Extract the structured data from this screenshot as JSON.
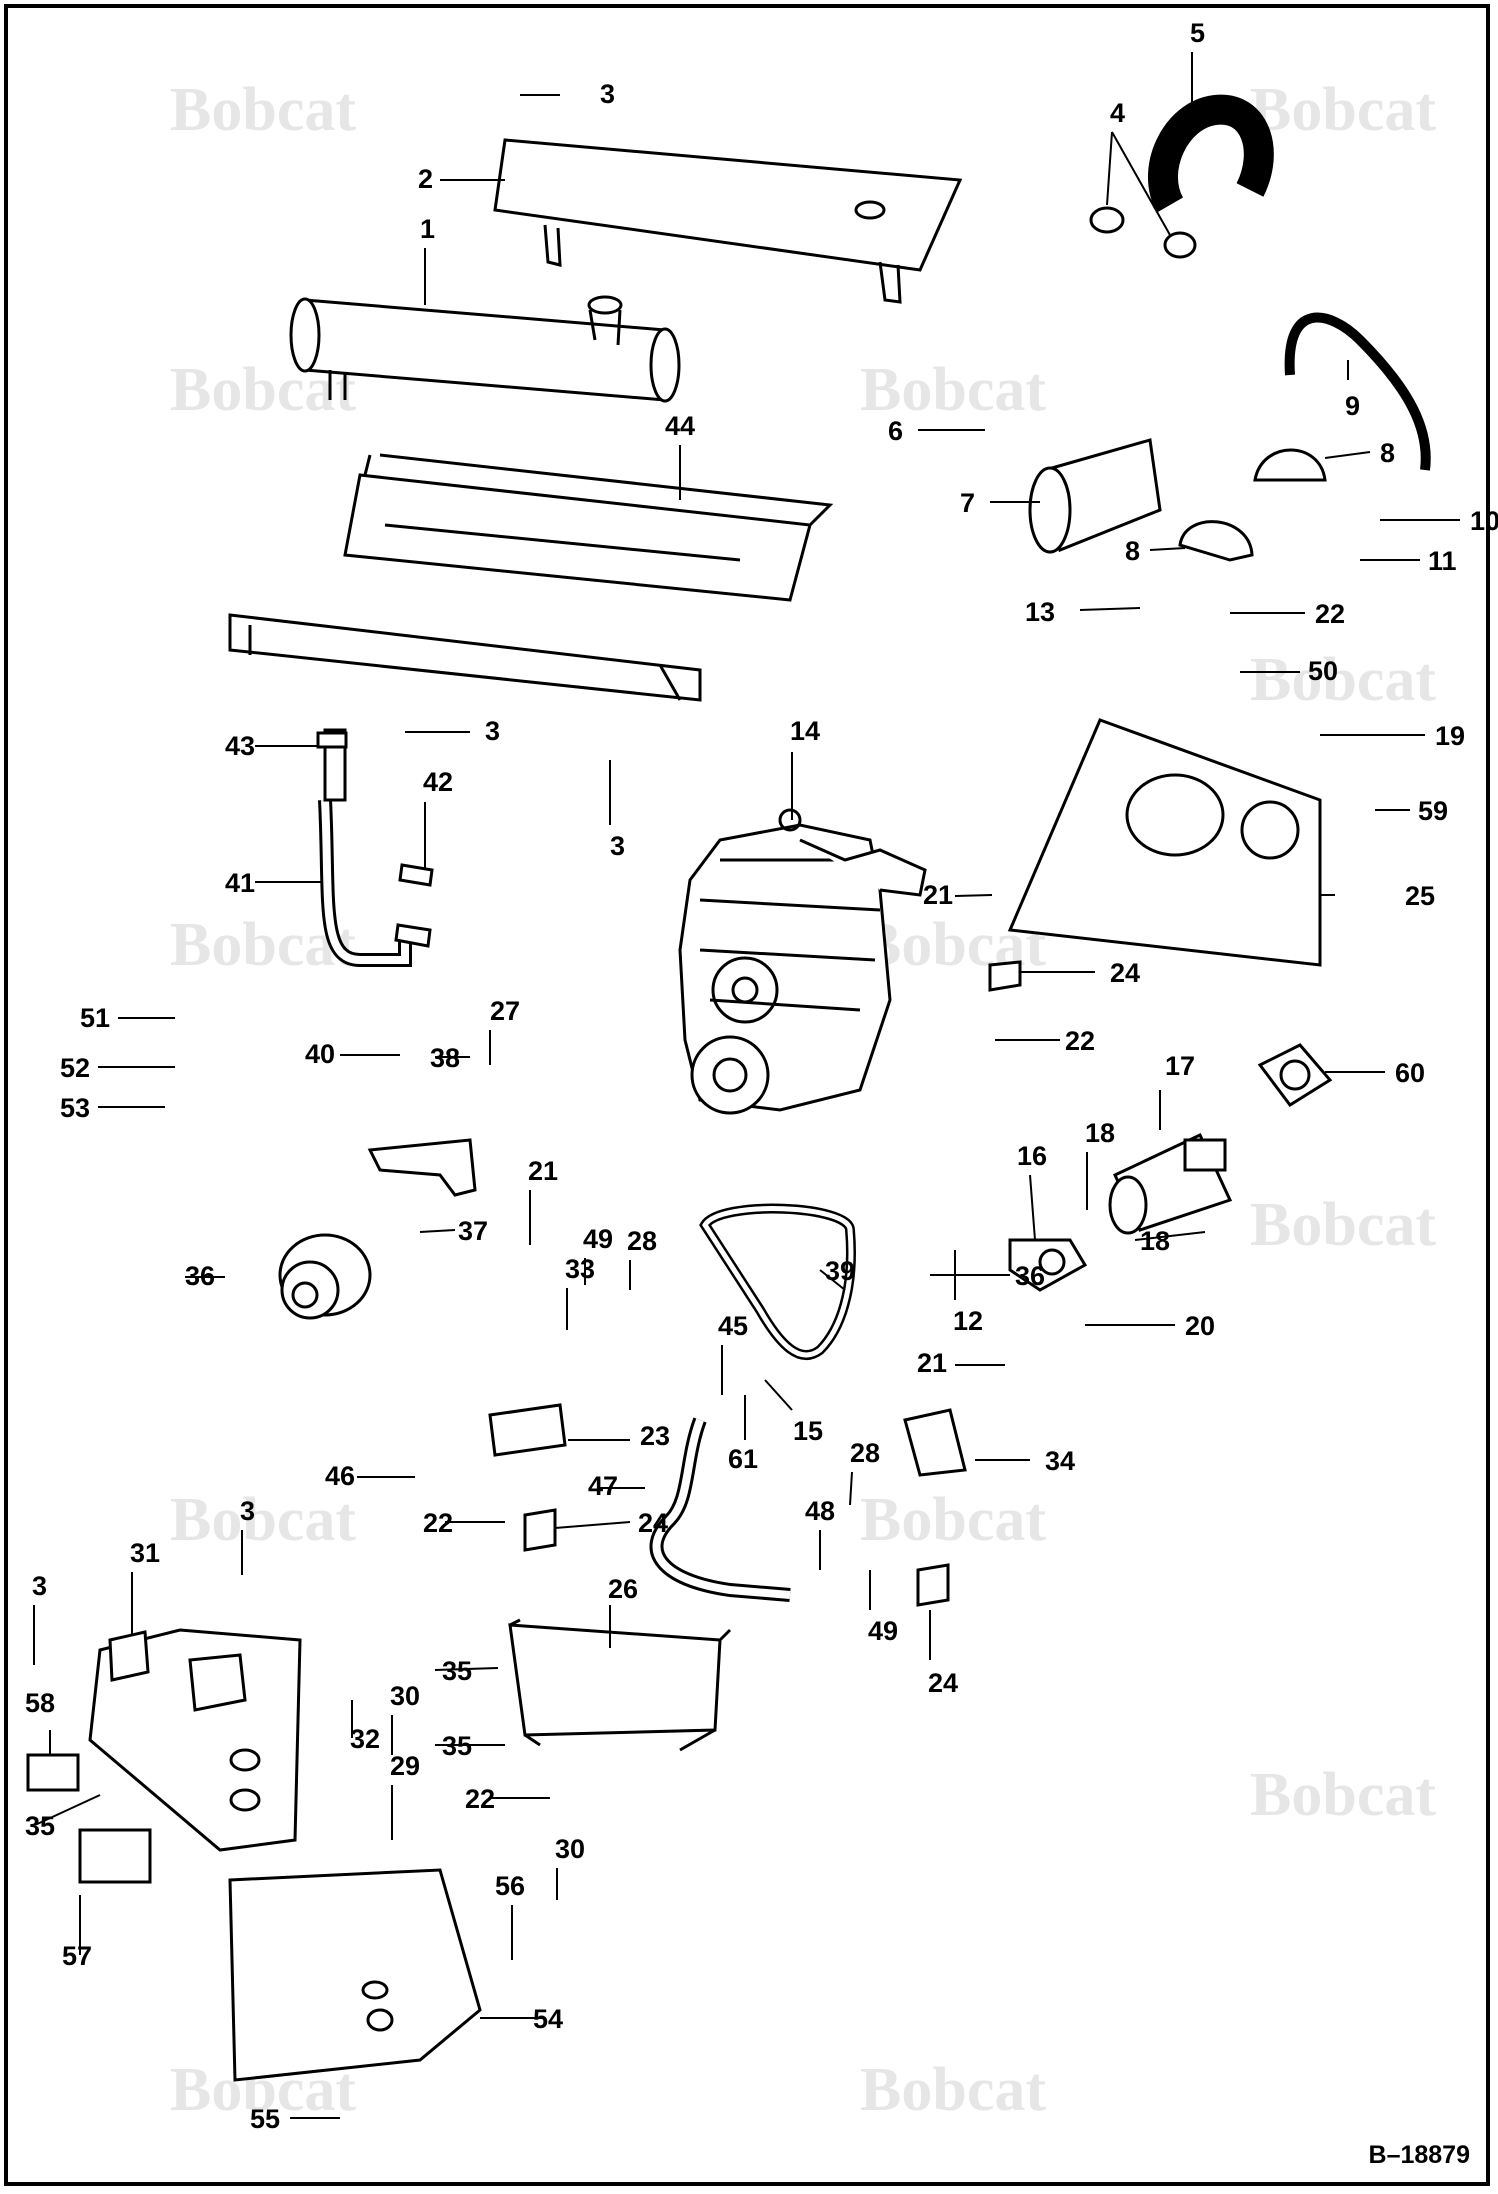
{
  "watermark_text": "Bobcat",
  "figure_id": "B–18879",
  "callouts": [
    "1",
    "2",
    "3",
    "4",
    "5",
    "6",
    "7",
    "8",
    "9",
    "10",
    "11",
    "12",
    "13",
    "14",
    "15",
    "16",
    "17",
    "18",
    "19",
    "20",
    "21",
    "22",
    "23",
    "24",
    "25",
    "26",
    "27",
    "28",
    "29",
    "30",
    "31",
    "32",
    "33",
    "34",
    "35",
    "36",
    "37",
    "38",
    "39",
    "40",
    "41",
    "42",
    "43",
    "44",
    "45",
    "46",
    "47",
    "48",
    "49",
    "50",
    "51",
    "52",
    "53",
    "54",
    "55",
    "56",
    "57",
    "58",
    "59",
    "60",
    "61"
  ],
  "colors": {
    "line": "#000000",
    "watermark": "#e6e6e6",
    "background": "#ffffff"
  }
}
